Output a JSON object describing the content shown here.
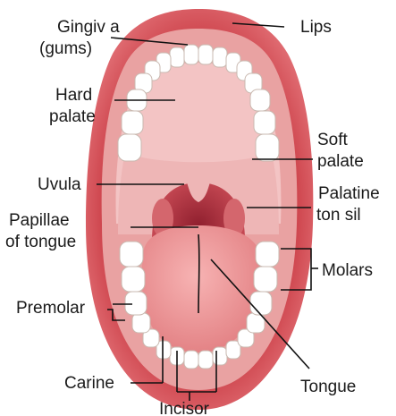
{
  "diagram": {
    "labels": {
      "gingiva_line1": "Gingiv a",
      "gingiva_line2": "(gums)",
      "lips": "Lips",
      "hard_palate_line1": "Hard",
      "hard_palate_line2": "palate",
      "soft_palate_line1": "Soft",
      "soft_palate_line2": "palate",
      "uvula": "Uvula",
      "palatine_tonsil_line1": "Palatine",
      "palatine_tonsil_line2": "ton sil",
      "papillae_line1": "Papillae",
      "papillae_line2": "of tongue",
      "molars": "Molars",
      "premolar": "Premolar",
      "carine": "Carine",
      "tongue": "Tongue",
      "incisor": "Incisor"
    },
    "colors": {
      "lips": "#cf3f47",
      "lip_highlight": "#e87a7f",
      "gums": "#e9a2a2",
      "palate": "#f3c4c4",
      "soft_palate": "#eeb6b6",
      "throat": "#b82c3c",
      "tongue": "#ee9595",
      "tooth": "#ffffff",
      "tooth_outline": "#c9b9b0"
    }
  }
}
